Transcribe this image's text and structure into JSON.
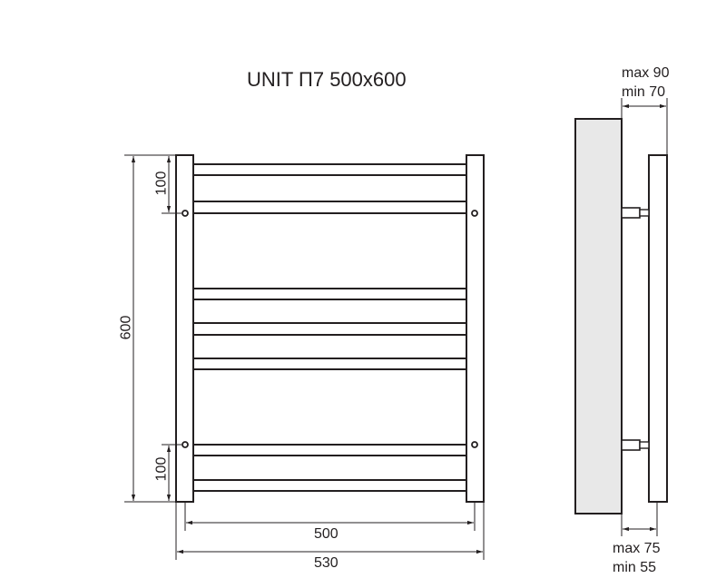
{
  "title": "UNIT П7 500x600",
  "front_view": {
    "dimensions": {
      "height": "600",
      "top_offset": "100",
      "bottom_offset": "100",
      "center_distance": "500",
      "overall_width": "530"
    },
    "bar_count": 7
  },
  "side_view": {
    "top_clearance": {
      "max": "max 90",
      "min": "min 70"
    },
    "bottom_clearance": {
      "max": "max 75",
      "min": "min 55"
    }
  },
  "colors": {
    "line": "#231f20",
    "wall_fill": "#e8e8e8",
    "background": "#ffffff"
  }
}
